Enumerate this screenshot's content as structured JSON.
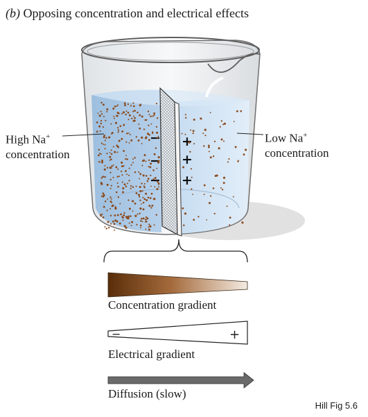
{
  "figure": {
    "panel_letter": "(b)",
    "title": "Opposing concentration and electrical effects",
    "credit": "Hill Fig 5.6"
  },
  "labels": {
    "left_line1": "High Na",
    "left_line2": "concentration",
    "right_line1": "Low Na",
    "right_line2": "concentration",
    "ion_charge": "+"
  },
  "membrane": {
    "left_charges": [
      "−",
      "−",
      "−"
    ],
    "right_charges": [
      "+",
      "+",
      "+"
    ]
  },
  "legend": {
    "concentration": "Concentration gradient",
    "electrical": "Electrical gradient",
    "electrical_minus": "−",
    "electrical_plus": "+",
    "diffusion": "Diffusion (slow)"
  },
  "colors": {
    "water_left": "#a8c6e2",
    "water_right": "#cfe2f3",
    "dots": "#8b4a1c",
    "gradient_dark": "#5a2e0a",
    "gradient_light": "#f2e7dc",
    "arrow": "#6a6a6a"
  }
}
